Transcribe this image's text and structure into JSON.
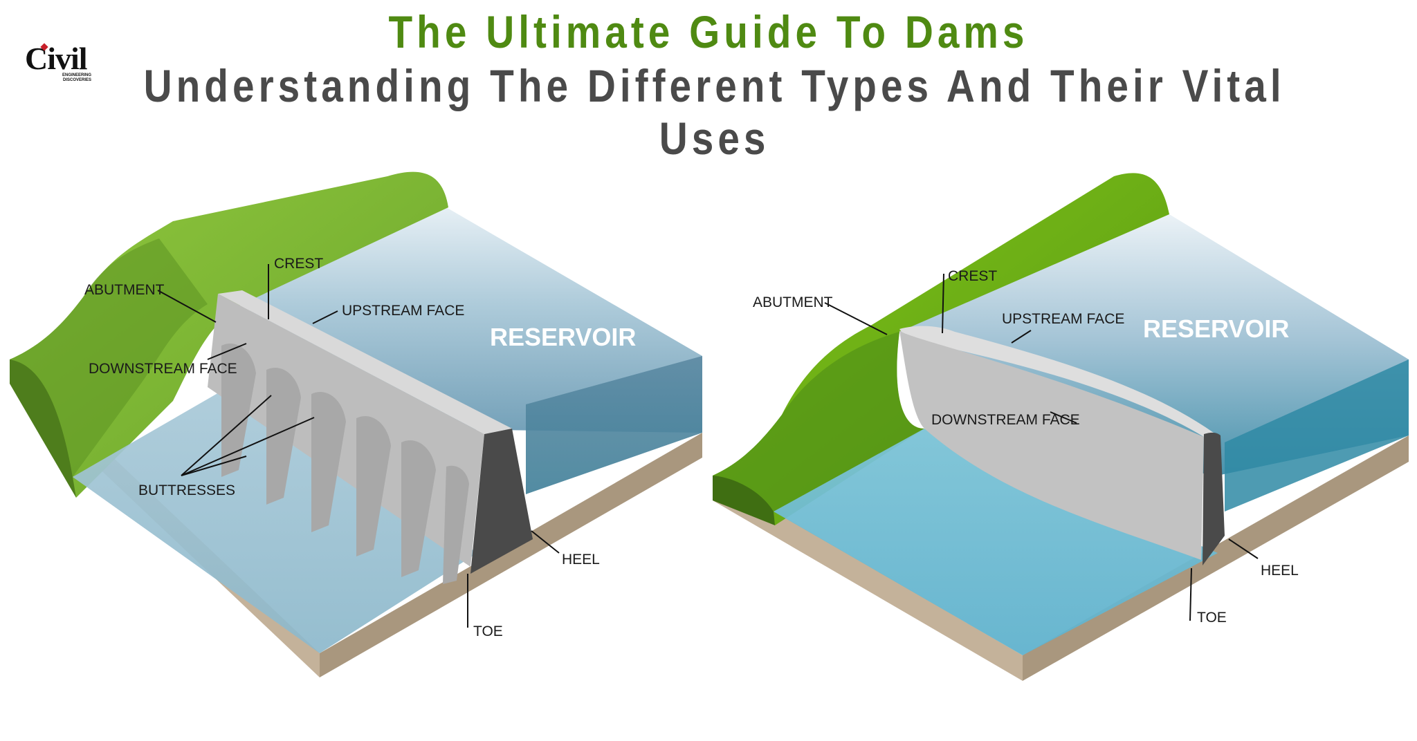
{
  "title": "The Ultimate Guide To Dams",
  "subtitle": "Understanding The Different Types And Their Vital Uses",
  "logo": {
    "word": "Civil",
    "tagline_1": "ENGINEERING",
    "tagline_2": "DISCOVERIES"
  },
  "colors": {
    "title_green": "#4f8a12",
    "subtitle_gray": "#4a4a4a",
    "land_green": "#7cb82f",
    "water_blue": "#4f93ad",
    "dam_gray": "#c8c8c8",
    "ground": "#c4b29a"
  },
  "diagrams": [
    {
      "name": "buttress-dam",
      "labels": {
        "abutment": "ABUTMENT",
        "crest": "CREST",
        "upstream_face": "UPSTREAM FACE",
        "reservoir": "RESERVOIR",
        "downstream_face": "DOWNSTREAM FACE",
        "buttresses": "BUTTRESSES",
        "heel": "HEEL",
        "toe": "TOE"
      }
    },
    {
      "name": "arch-dam",
      "labels": {
        "abutment": "ABUTMENT",
        "crest": "CREST",
        "upstream_face": "UPSTREAM FACE",
        "reservoir": "RESERVOIR",
        "downstream_face": "DOWNSTREAM FACE",
        "heel": "HEEL",
        "toe": "TOE"
      }
    }
  ]
}
